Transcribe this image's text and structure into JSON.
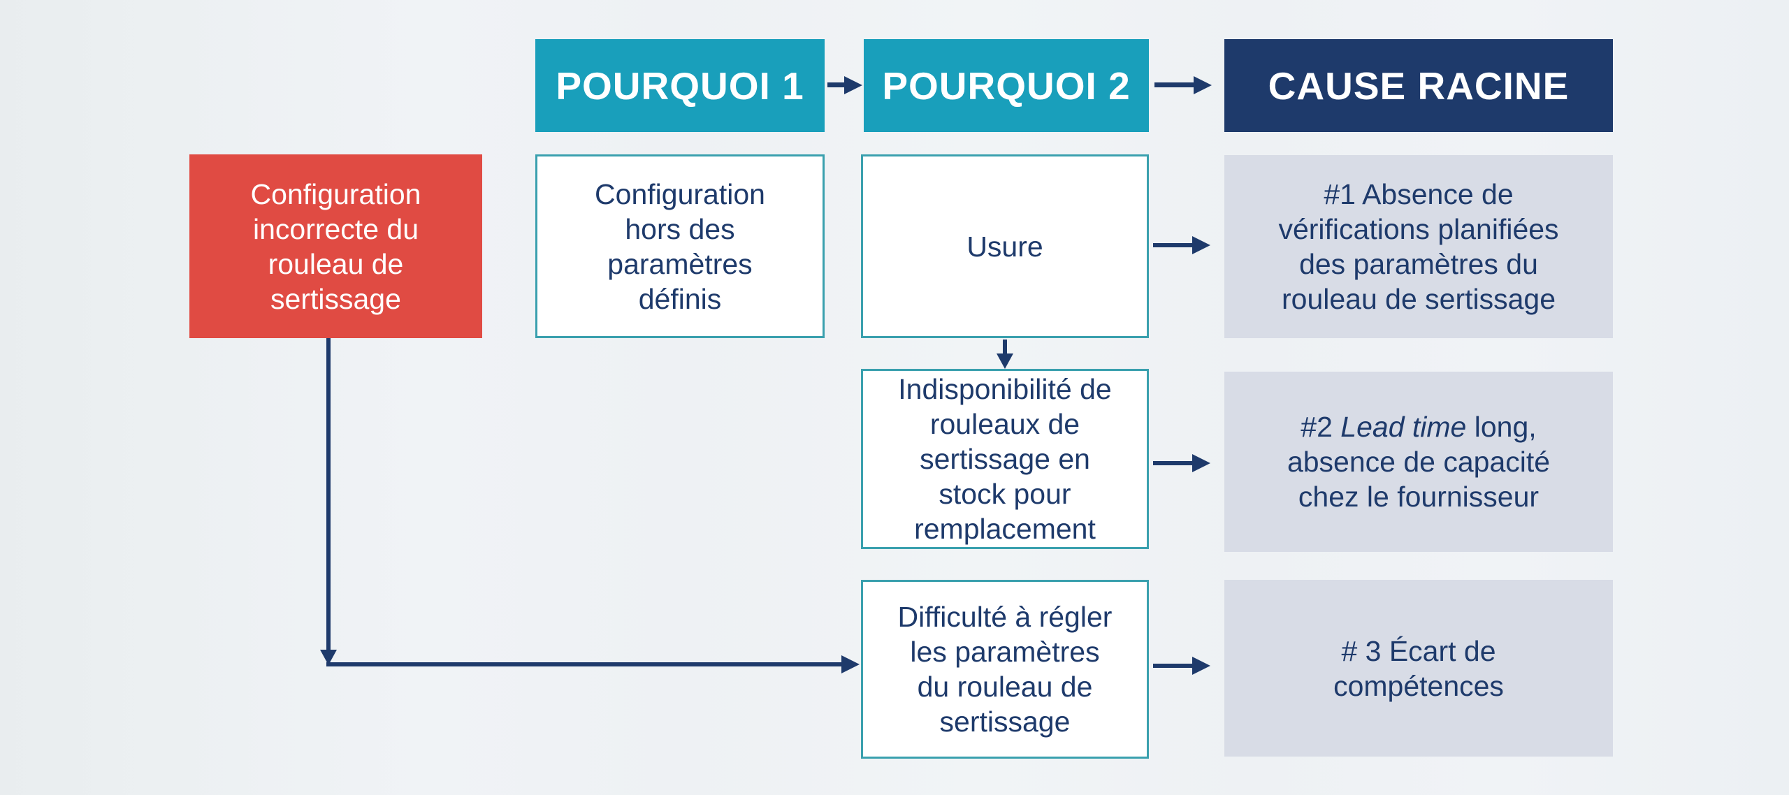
{
  "diagram": {
    "headers": [
      {
        "label": "POURQUOI 1"
      },
      {
        "label": "POURQUOI 2"
      },
      {
        "label": "CAUSE RACINE"
      }
    ],
    "problem": {
      "text": "Configuration\nincorrecte du\nrouleau de\nsertissage"
    },
    "why1": {
      "text": "Configuration\nhors des\nparamètres\ndéfinis"
    },
    "why2": [
      {
        "text": "Usure"
      },
      {
        "text": "Indisponibilité de\nrouleaux de\nsertissage en\nstock pour\nremplacement"
      },
      {
        "text": "Difficulté à régler\nles paramètres\ndu rouleau de\nsertissage"
      }
    ],
    "root_causes": [
      {
        "text": "#1 Absence de\nvérifications planifiées\ndes paramètres du\nrouleau de sertissage"
      },
      {
        "prefix": "#2 ",
        "italic": "Lead time",
        "suffix": " long,\nabsence de capacité\nchez le fournisseur"
      },
      {
        "text": "# 3 Écart de\ncompétences"
      }
    ],
    "colors": {
      "teal_header": "#199fbb",
      "navy": "#1e3a6b",
      "problem_red": "#e04b43",
      "cause_gray": "#d8dce6",
      "white_box_border": "#3aa0ae",
      "background": "#eef1f4"
    }
  }
}
